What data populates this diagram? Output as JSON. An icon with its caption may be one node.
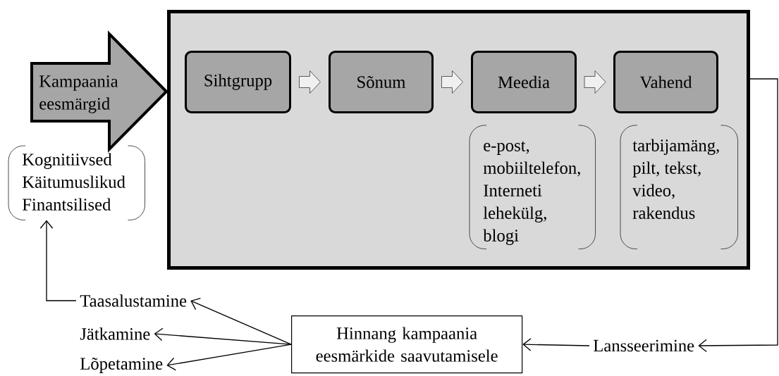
{
  "diagram": {
    "nodes": [
      {
        "text": [],
        "shape": "box"
      },
      {
        "text": [
          "Kampaania eesmärgid"
        ]
      },
      {
        "text": [
          "Kognitiivsed Käitumuslikud Finantsilised"
        ]
      },
      {
        "text": [
          "Sihtgrupp"
        ],
        "in": 0
      },
      {
        "text": [
          "Sõnum"
        ],
        "in": 0
      },
      {
        "text": [
          "Meedia"
        ],
        "in": 0
      },
      {
        "text": [
          "Vahend"
        ],
        "in": 0
      },
      {
        "text": [
          "e-post, mobiiltelefon, Interneti lehekülg, blogi"
        ],
        "in": 0
      },
      {
        "text": [
          "tarbijamäng, pilt, tekst, video, rakendus"
        ],
        "in": 0
      },
      {
        "text": [
          "Taasalustamine"
        ]
      },
      {
        "text": [
          "Jätkamine"
        ]
      },
      {
        "text": [
          "Lõpetamine"
        ]
      },
      {
        "text": [
          "Hinnang kampaania eesmärkide saavutamisele"
        ]
      },
      {
        "text": [
          "Lansseerimine"
        ]
      }
    ],
    "edges": [
      {
        "from": 3,
        "to": 4,
        "arrow": "to"
      },
      {
        "from": 4,
        "to": 5,
        "arrow": "to"
      },
      {
        "from": 5,
        "to": 6,
        "arrow": "to"
      },
      {
        "from": 0,
        "to": 13,
        "arrow": "to"
      },
      {
        "from": 13,
        "to": 12,
        "arrow": "to"
      },
      {
        "from": 12,
        "to": 9,
        "arrow": "to"
      },
      {
        "from": 12,
        "to": 10,
        "arrow": "to"
      },
      {
        "from": 12,
        "to": 11,
        "arrow": "to"
      },
      {
        "from": 9,
        "to": 2,
        "arrow": "to"
      }
    ]
  }
}
